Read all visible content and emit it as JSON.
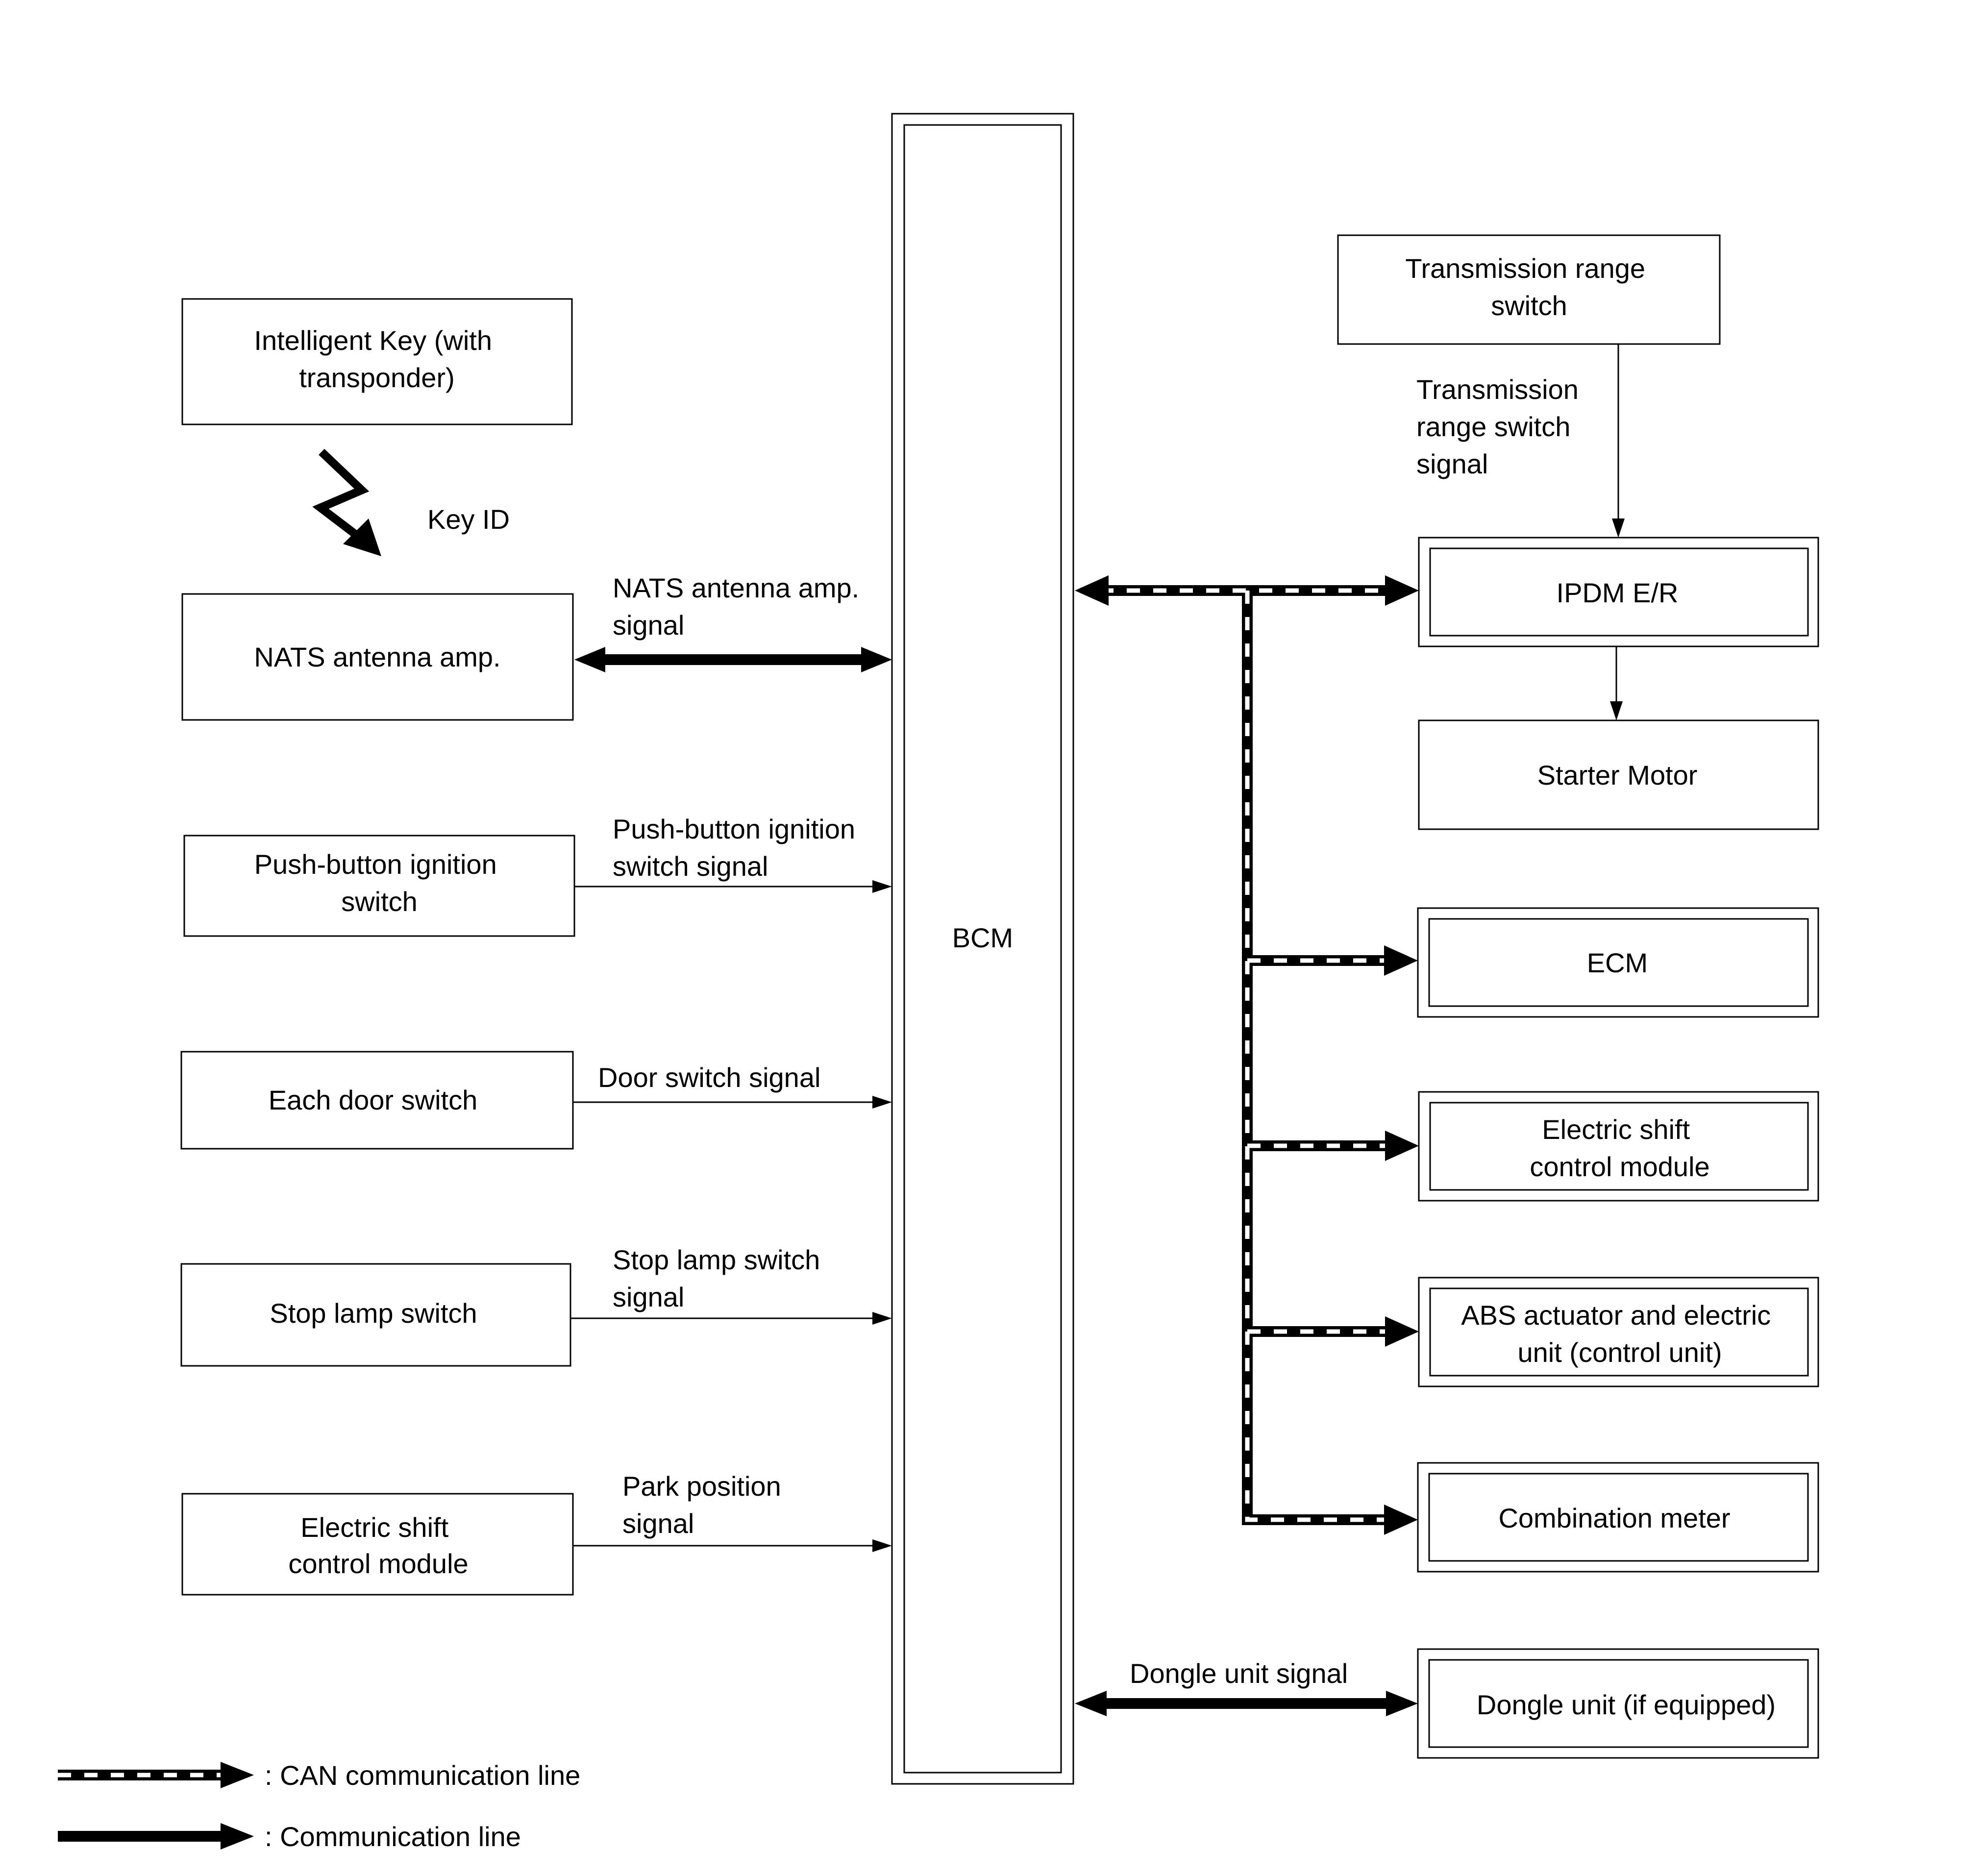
{
  "bcm": {
    "label": "BCM"
  },
  "left_boxes": {
    "intelligent_key": [
      "Intelligent Key (with",
      "transponder)"
    ],
    "nats_amp": [
      "NATS antenna amp."
    ],
    "push_button": [
      "Push-button ignition",
      "switch"
    ],
    "door_switch": [
      "Each door switch"
    ],
    "stop_lamp": [
      "Stop lamp switch"
    ],
    "esc_module": [
      "Electric shift",
      "control module"
    ]
  },
  "left_signals": {
    "key_id": "Key ID",
    "nats_signal": [
      "NATS antenna amp.",
      "signal"
    ],
    "push_signal": [
      "Push-button ignition",
      "switch signal"
    ],
    "door_signal": [
      "Door switch signal"
    ],
    "stop_signal": [
      "Stop lamp switch",
      "signal"
    ],
    "park_signal": [
      "Park position",
      "signal"
    ]
  },
  "right_boxes": {
    "trans_range": [
      "Transmission range",
      "switch"
    ],
    "ipdm": [
      "IPDM E/R"
    ],
    "starter": [
      "Starter Motor"
    ],
    "ecm": [
      "ECM"
    ],
    "esc_module": [
      "Electric shift",
      "control module"
    ],
    "abs": [
      "ABS actuator and electric",
      "unit (control unit)"
    ],
    "combo_meter": [
      "Combination meter"
    ],
    "dongle": [
      "Dongle unit (if equipped)"
    ]
  },
  "right_signals": {
    "trans_signal": [
      "Transmission",
      "range switch",
      "signal"
    ],
    "dongle_signal": "Dongle unit signal"
  },
  "legend": {
    "can": ": CAN communication line",
    "comm": ": Communication line"
  }
}
